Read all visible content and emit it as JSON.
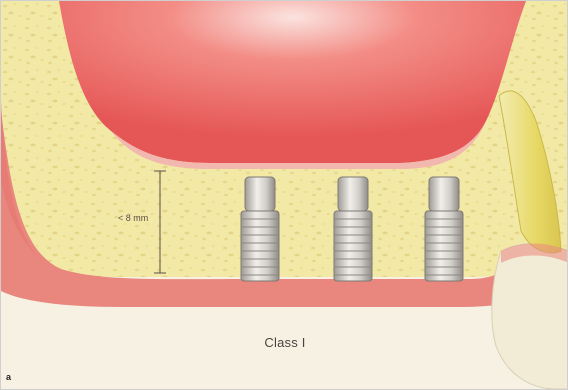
{
  "figure": {
    "measure_label": "< 8 mm",
    "caption": "Class I",
    "panel_letter": "a"
  },
  "colors": {
    "background": "#f7f1e4",
    "bone": "#f3e9a6",
    "gingiva": "#e9877e",
    "sinus": "#ef6a6a",
    "implant": "#d8d4cf",
    "tooth_enamel": "#f2ecd6",
    "tooth_root": "#e8dc6a"
  },
  "implants": [
    {
      "name": "implant-1"
    },
    {
      "name": "implant-2"
    },
    {
      "name": "implant-3"
    }
  ]
}
